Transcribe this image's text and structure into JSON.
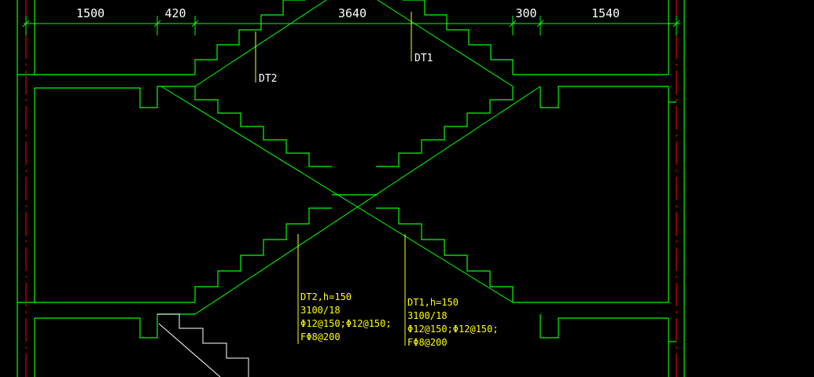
{
  "drawing": {
    "background": "#000000",
    "colors": {
      "structure": "#00ff00",
      "leader": "#ffff00",
      "dim_text": "#ffffff",
      "axis": "#ff0000",
      "hatch": "#ffffff"
    }
  },
  "dimensions": [
    "1500",
    "420",
    "3640",
    "300",
    "1540"
  ],
  "labels": {
    "dt2_tag": "DT2",
    "dt1_tag": "DT1"
  },
  "annotations": {
    "dt2": [
      "DT2,h=150",
      "3100/18",
      "Φ12@150;Φ12@150;",
      "FΦ8@200"
    ],
    "dt1": [
      "DT1,h=150",
      "3100/18",
      "Φ12@150;Φ12@150;",
      "FΦ8@200"
    ]
  }
}
